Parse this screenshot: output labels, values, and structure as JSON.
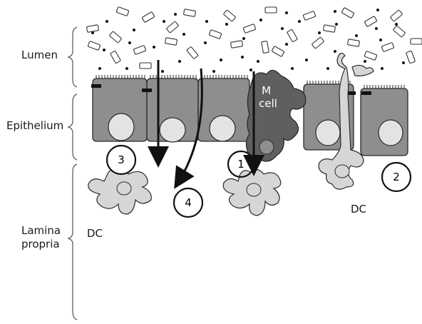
{
  "regions": {
    "lumen": "Lumen",
    "epithelium": "Epithelium",
    "lamina_propria": "Lamina\npropria"
  },
  "cells": {
    "m_cell": "M\ncell",
    "dc_left": "DC",
    "dc_right": "DC"
  },
  "routes": [
    "1",
    "2",
    "3",
    "4"
  ],
  "colors": {
    "epithelial_cell": "#8e8e8e",
    "nucleus": "#e3e3e3",
    "m_cell": "#5f5f5f",
    "dendritic_cell": "#d6d6d6",
    "outline": "#2a2a2a"
  }
}
